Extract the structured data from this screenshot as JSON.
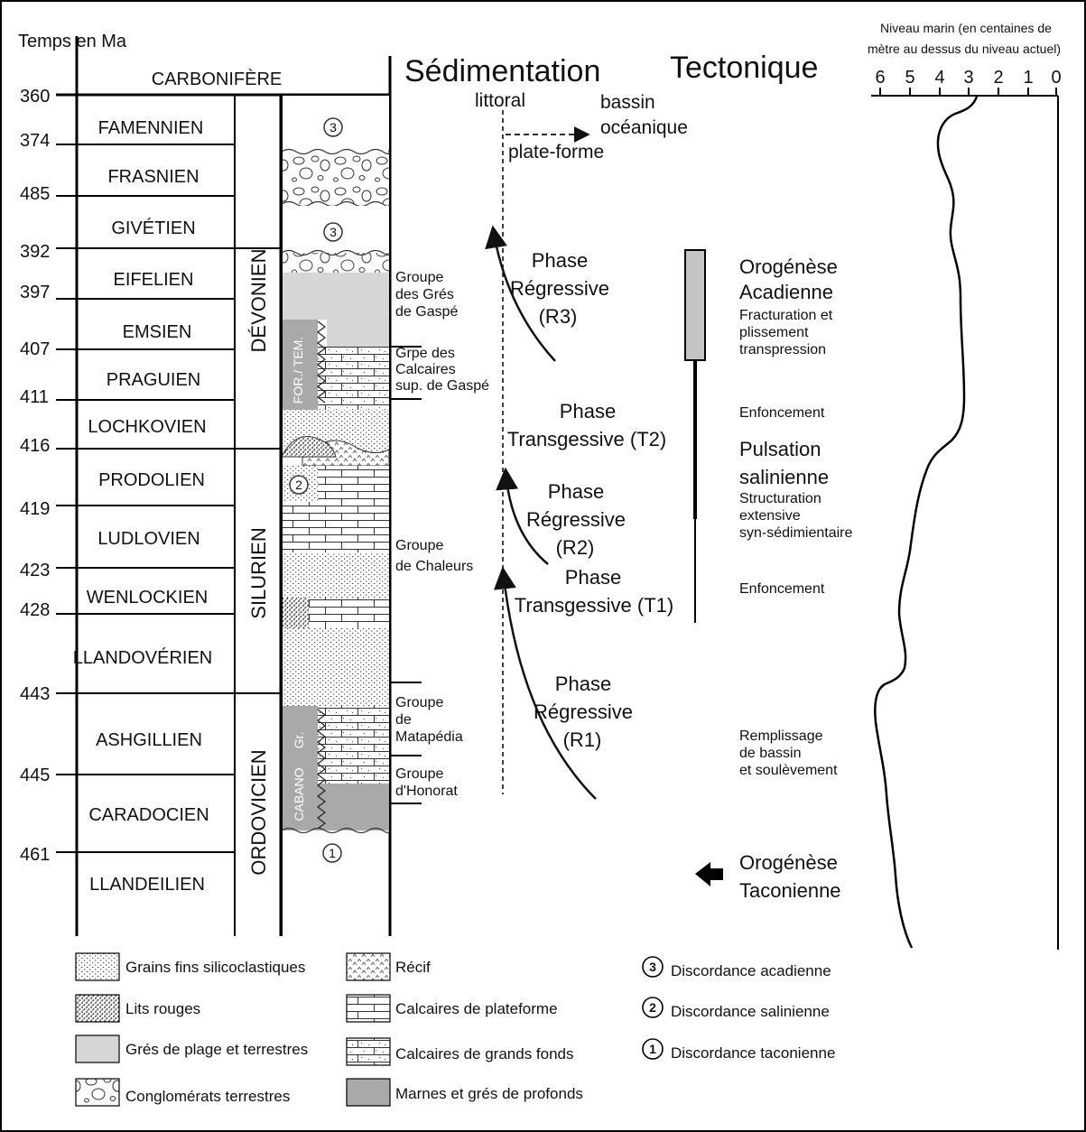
{
  "time_axis": {
    "label": "Temps en Ma",
    "ticks": [
      "360",
      "374",
      "485",
      "392",
      "397",
      "407",
      "411",
      "416",
      "419",
      "423",
      "428",
      "443",
      "445",
      "461"
    ]
  },
  "system_header": "CARBONIFÈRE",
  "stages": [
    "FAMENNIEN",
    "FRASNIEN",
    "GIVÉTIEN",
    "EIFELIEN",
    "EMSIEN",
    "PRAGUIEN",
    "LOCHKOVIEN",
    "PRODOLIEN",
    "LUDLOVIEN",
    "WENLOCKIEN",
    "LLANDOVÉRIEN",
    "ASHGILLIEN",
    "CARADOCIEN",
    "LLANDEILIEN"
  ],
  "periods": [
    "DÉVONIEN",
    "SILURIEN",
    "ORDOVICIEN"
  ],
  "column_labels": {
    "for_tem": "FOR./ TEM.",
    "cabano": "CABANO",
    "gr": "Gr."
  },
  "unconformity_markers": [
    "3",
    "3",
    "2",
    "1"
  ],
  "groups": [
    "Groupe",
    "des Grés",
    "de Gaspé",
    "Grpe des",
    "Calcaires",
    "sup. de Gaspé",
    "Groupe",
    "de Chaleurs",
    "Groupe",
    "de",
    "Matapédia",
    "Groupe",
    "d'Honorat"
  ],
  "sedimentation": {
    "title": "Sédimentation",
    "littoral": "littoral",
    "bassin": "bassin",
    "oceanique": "océanique",
    "plateforme": "plate-forme",
    "phases": [
      {
        "line1": "Phase",
        "line2": "Régressive",
        "line3": "(R3)"
      },
      {
        "line1": "Phase",
        "line2": "Transgessive (T2)"
      },
      {
        "line1": "Phase",
        "line2": "Régressive",
        "line3": "(R2)"
      },
      {
        "line1": "Phase",
        "line2": "Transgessive (T1)"
      },
      {
        "line1": "Phase",
        "line2": "Régressive",
        "line3": "(R1)"
      }
    ]
  },
  "tectonique": {
    "title": "Tectonique",
    "acad_1": "Orogénèse",
    "acad_2": "Acadienne",
    "acad_3": "Fracturation et",
    "acad_4": "plissement",
    "acad_5": "transpression",
    "enf_1": "Enfoncement",
    "puls_1": "Pulsation",
    "puls_2": "salinienne",
    "puls_3": "Structuration",
    "puls_4": "extensive",
    "puls_5": "syn-sédimientaire",
    "enf_2": "Enfoncement",
    "remp_1": "Remplissage",
    "remp_2": "de bassin",
    "remp_3": "et soulèvement",
    "taco_1": "Orogénèse",
    "taco_2": "Taconienne"
  },
  "sea_level": {
    "title_1": "Niveau marin (en centaines de",
    "title_2": "mètre au dessus du niveau actuel)",
    "ticks": [
      "6",
      "5",
      "4",
      "3",
      "2",
      "1",
      "0"
    ]
  },
  "legend": {
    "fine_grains": "Grains fins silicoclastiques",
    "red_beds": "Lits rouges",
    "beach_sand": "Grés de plage et terrestres",
    "conglomerates": "Conglomérats terrestres",
    "reef": "Récif",
    "platform_lime": "Calcaires de plateforme",
    "deep_lime": "Calcaires de grands fonds",
    "marls": "Marnes et grés de profonds",
    "disc_3_num": "3",
    "disc_3": "Discordance acadienne",
    "disc_2_num": "2",
    "disc_2": "Discordance salinienne",
    "disc_1_num": "1",
    "disc_1": "Discordance taconienne"
  },
  "colors": {
    "ink": "#111111",
    "light_grey": "#d6d6d6",
    "mid_grey": "#a9a9a9",
    "acadian_bar": "#c4c4c4"
  }
}
